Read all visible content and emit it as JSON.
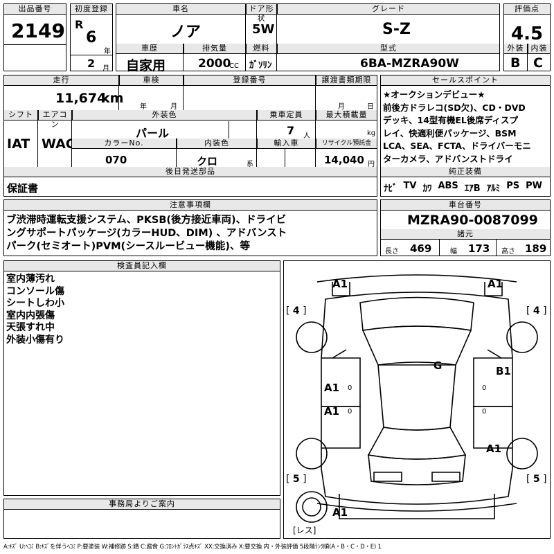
{
  "header": {
    "lot_label": "出品番号",
    "lot_no": "2149",
    "first_reg_label": "初度登録",
    "era": "R",
    "year": "6",
    "year_unit": "年",
    "month": "2",
    "month_unit": "月",
    "car_name_label": "車名",
    "car_name": "ノア",
    "history_label": "車歴",
    "history": "自家用",
    "displacement_label": "排気量",
    "displacement": "2000",
    "cc": "CC",
    "door_label": "ドア形状",
    "door": "5W",
    "fuel_label": "燃料",
    "fuel": "ｶﾞｿﾘﾝ",
    "grade_label": "グレード",
    "grade": "S-Z",
    "model_label": "型式",
    "model": "6BA-MZRA90W",
    "score_label": "評価点",
    "score": "4.5",
    "ext_label": "外装",
    "ext": "B",
    "int_label": "内装",
    "int": "C"
  },
  "row2": {
    "mileage_label": "走行",
    "mileage": "11,674",
    "km": "km",
    "inspect_label": "車検",
    "year_unit": "年",
    "month_unit": "月",
    "reg_label": "登録番号",
    "transfer_label": "譲渡書類期限",
    "month_unit2": "月",
    "day_unit": "日",
    "shift_label": "シフト",
    "shift": "IAT",
    "ac_label": "エアコン",
    "ac": "WAC",
    "color_label": "外装色",
    "color": "パール",
    "capacity_label": "乗車定員",
    "capacity": "7",
    "capacity_unit": "人",
    "load_label": "最大積載量",
    "load_unit": "kg",
    "color_no_label": "カラーNo.",
    "color_no": "070",
    "int_color_label": "内装色",
    "int_color": "クロ",
    "int_color_unit": "系",
    "import_label": "輸入車",
    "recycle_label": "リサイクル預託金",
    "recycle": "14,040",
    "recycle_unit": "円",
    "later_label": "後日発送部品",
    "later": "保証書"
  },
  "sales": {
    "label": "セールスポイント",
    "lines": [
      "★オークションデビュー★",
      "前後方ドラレコ(SD欠)、CD・DVD",
      "デッキ、14型有機EL後席ディスプ",
      "レイ、快適利便パッケージ、BSM",
      "LCA、SEA、FCTA、ドライバーモニ",
      "ターカメラ、アドバンストドライ"
    ]
  },
  "equip": {
    "label": "純正装備",
    "items": [
      "ﾅﾋﾞ",
      "TV",
      "ｶﾜ",
      "ABS",
      "ｴｱB",
      "ｱﾙﾐ",
      "PS",
      "PW"
    ]
  },
  "notes": {
    "label": "注意事項欄",
    "lines": [
      "ブ渋滞時運転支援システム、PKSB(後方接近車両)、ドライビ",
      "ングサポートパッケージ(カラーHUD、DIM) 、アドバンスト",
      "パーク(セミオート)PVM(シースルービュー機能)、等"
    ]
  },
  "chassis": {
    "label": "車台番号",
    "value": "MZRA90-0087099",
    "spec_label": "諸元",
    "len_label": "長さ",
    "len": "469",
    "wid_label": "幅",
    "wid": "173",
    "hei_label": "高さ",
    "hei": "189"
  },
  "inspector": {
    "label": "検査員記入欄",
    "lines": [
      "室内薄汚れ",
      "コンソール傷",
      "シートしわ小",
      "室内内張傷",
      "天張すれ中",
      "外装小傷有り"
    ]
  },
  "office": {
    "label": "事務局よりご案内"
  },
  "diagram": {
    "marks": {
      "a1_tl": "A1",
      "a1_tr": "A1",
      "n4_l": "4",
      "n4_r": "4",
      "g": "G",
      "b1": "B1",
      "a1_l1": "A1",
      "a1_l2": "A1",
      "a1_r": "A1",
      "n5_l": "5",
      "n5_r": "5",
      "a1_b": "A1",
      "less": "レス",
      "z1": "0",
      "z2": "0",
      "z3": "0",
      "z4": "0"
    }
  },
  "legend": "A:ｷｽﾞ U:ﾍｺﾐ B:ｷｽﾞを伴うﾍｺﾐ P:要塗装 W:補修跡 S:錆 C:腐食 G:ﾌﾛﾝﾄｶﾞﾗｽ点ｷｽﾞ XX:交換済み X:要交換 内・外装評価 5段階ﾗﾝｸ順(A・B・C・D・E) 1"
}
